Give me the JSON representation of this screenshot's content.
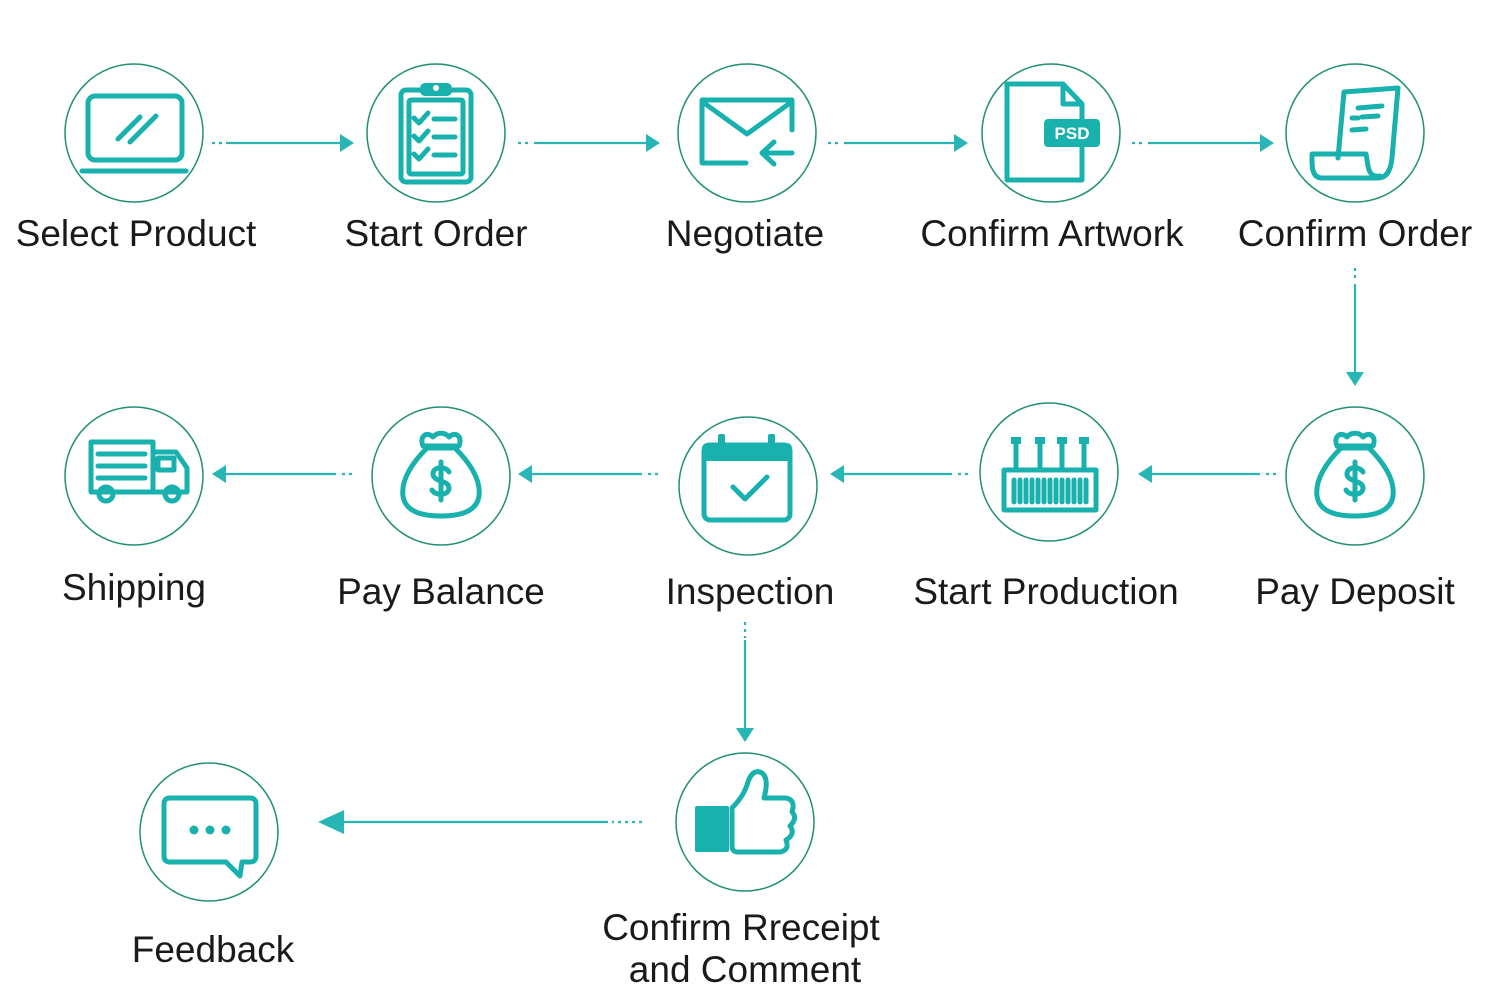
{
  "steps": {
    "select_product": "Select Product",
    "start_order": "Start Order",
    "negotiate": "Negotiate",
    "confirm_artwork": "Confirm Artwork",
    "confirm_order": "Confirm Order",
    "pay_deposit": "Pay Deposit",
    "start_production": "Start Production",
    "inspection": "Inspection",
    "pay_balance": "Pay Balance",
    "shipping": "Shipping",
    "confirm_receipt_line1": "Confirm Rreceipt",
    "confirm_receipt_line2": "and Comment",
    "feedback": "Feedback"
  },
  "icons": {
    "select_product": "laptop-icon",
    "start_order": "clipboard-checklist-icon",
    "negotiate": "envelope-arrow-icon",
    "confirm_artwork": "psd-file-icon",
    "confirm_order": "receipt-icon",
    "pay_deposit": "money-bag-icon",
    "start_production": "factory-icon",
    "inspection": "calendar-check-icon",
    "pay_balance": "money-bag-icon",
    "shipping": "truck-icon",
    "confirm_receipt": "thumbs-up-icon",
    "feedback": "chat-bubble-icon"
  },
  "psd_badge": "PSD",
  "colors": {
    "icon": "#19b1ad",
    "ring": "#1f8f73",
    "arrow": "#27b5b5",
    "text": "#1a1a1a"
  }
}
